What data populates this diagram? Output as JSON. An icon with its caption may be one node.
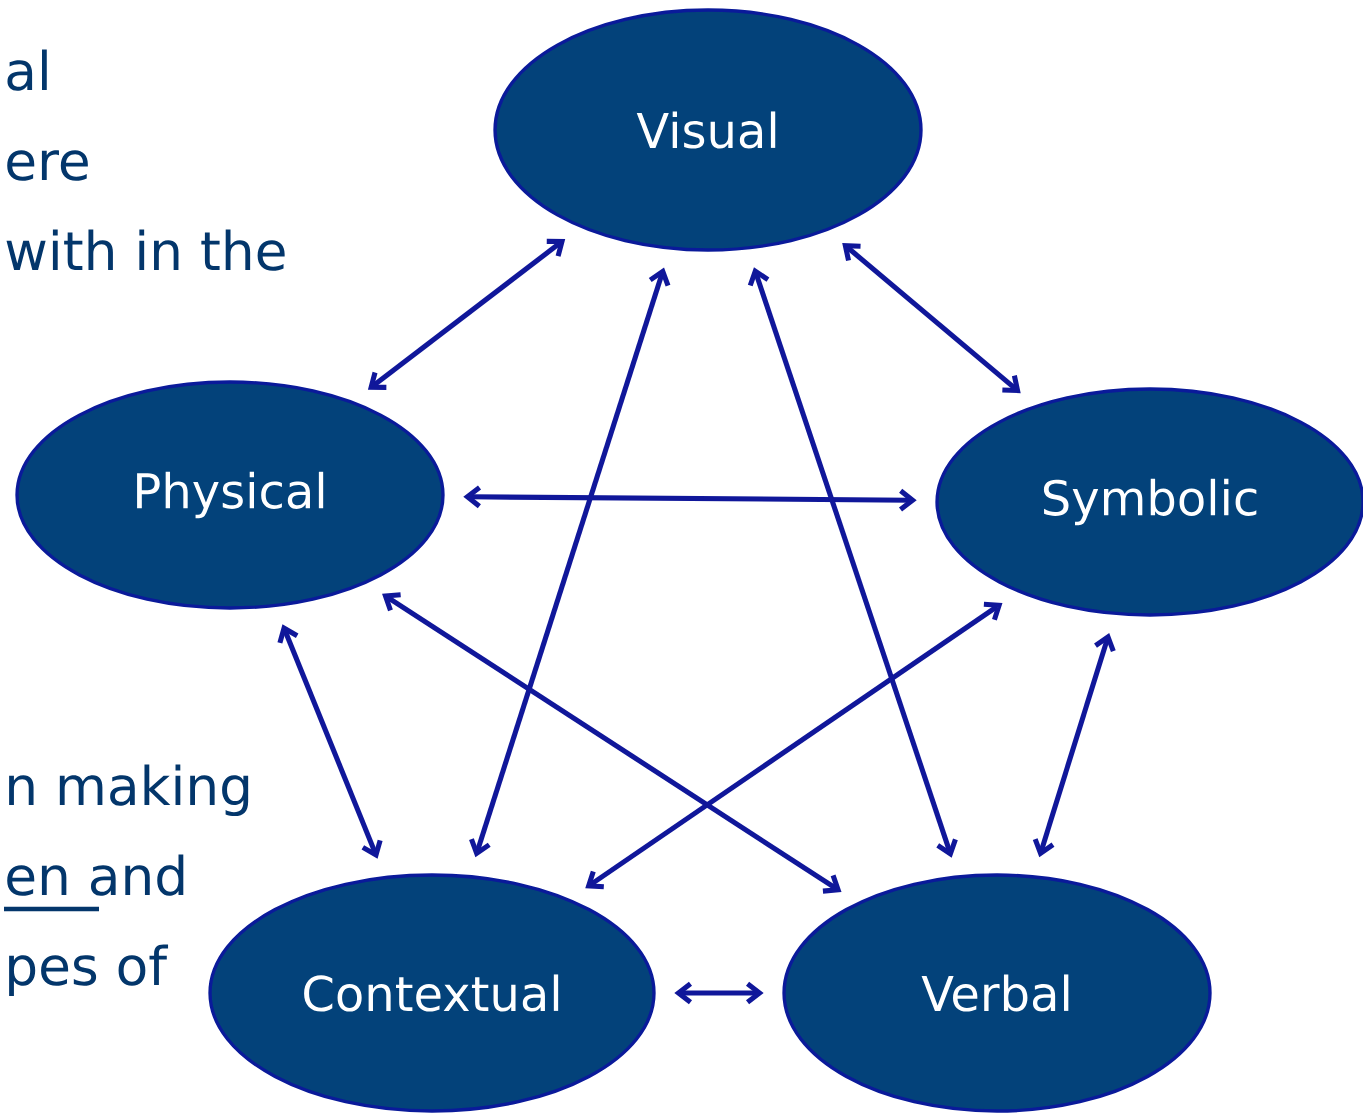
{
  "diagram": {
    "nodes": [
      {
        "text": [
          "Visual"
        ]
      },
      {
        "text": [
          "Physical"
        ]
      },
      {
        "text": [
          "Symbolic"
        ]
      },
      {
        "text": [
          "Contextual"
        ]
      },
      {
        "text": [
          "Verbal"
        ]
      }
    ],
    "edges": [
      {
        "from": 0,
        "to": 1,
        "arrow": "both"
      },
      {
        "from": 0,
        "to": 2,
        "arrow": "both"
      },
      {
        "from": 1,
        "to": 2,
        "arrow": "both"
      },
      {
        "from": 0,
        "to": 3,
        "arrow": "both"
      },
      {
        "from": 0,
        "to": 4,
        "arrow": "both"
      },
      {
        "from": 1,
        "to": 4,
        "arrow": "both"
      },
      {
        "from": 2,
        "to": 3,
        "arrow": "both"
      },
      {
        "from": 1,
        "to": 3,
        "arrow": "both"
      },
      {
        "from": 2,
        "to": 4,
        "arrow": "both"
      },
      {
        "from": 3,
        "to": 4,
        "arrow": "both"
      }
    ],
    "labels": [
      "al",
      "ere",
      "with in the",
      "n making",
      "en and",
      "pes of"
    ]
  }
}
